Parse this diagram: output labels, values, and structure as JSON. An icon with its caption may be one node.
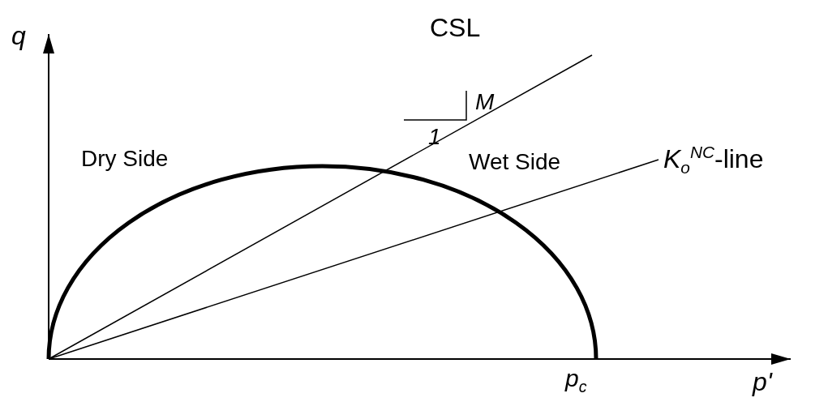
{
  "diagram": {
    "labels": [
      "q",
      "CSL",
      "M",
      "Dry Side",
      "1",
      "Wet Side",
      "*K*$_{o}$$^{NC}$-line",
      "p$_{c}$",
      "p'"
    ]
  }
}
